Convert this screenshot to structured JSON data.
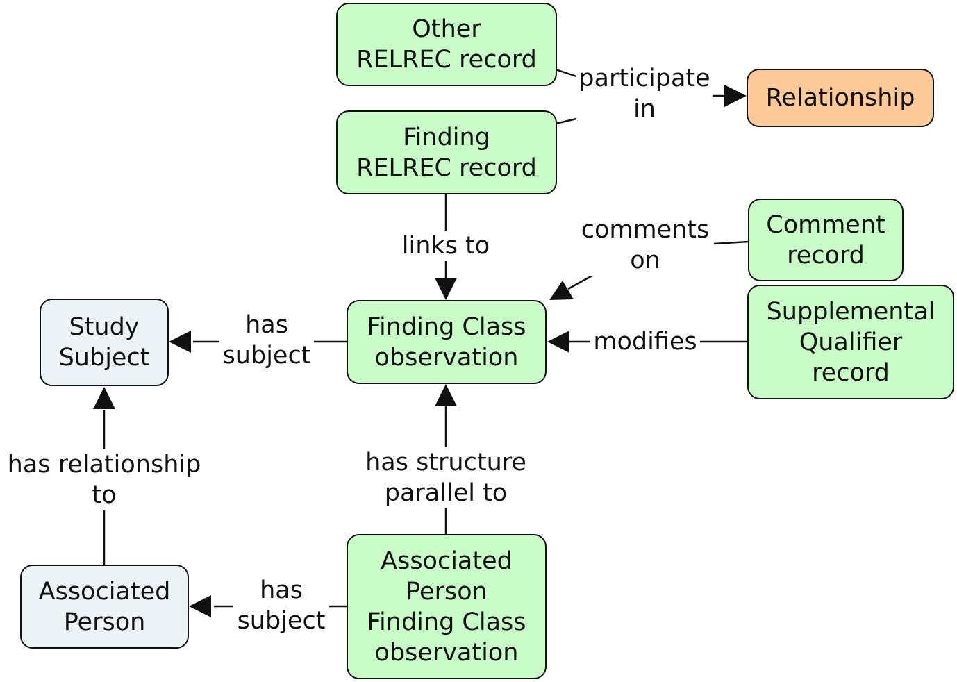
{
  "nodes": {
    "other_relrec": {
      "line1": "Other",
      "line2": "RELREC record"
    },
    "relationship": {
      "line1": "Relationship"
    },
    "finding_relrec": {
      "line1": "Finding",
      "line2": "RELREC record"
    },
    "comment_record": {
      "line1": "Comment",
      "line2": "record"
    },
    "study_subject": {
      "line1": "Study",
      "line2": "Subject"
    },
    "finding_class_obs": {
      "line1": "Finding Class",
      "line2": "observation"
    },
    "supp_qual": {
      "line1": "Supplemental",
      "line2": "Qualifier",
      "line3": "record"
    },
    "associated_person": {
      "line1": "Associated",
      "line2": "Person"
    },
    "ap_finding_class_obs": {
      "line1": "Associated",
      "line2": "Person",
      "line3": "Finding Class",
      "line4": "observation"
    }
  },
  "edge_labels": {
    "participate_in": {
      "line1": "participate",
      "line2": "in"
    },
    "links_to": {
      "line1": "links to"
    },
    "comments_on": {
      "line1": "comments",
      "line2": "on"
    },
    "has_subject_1": {
      "line1": "has",
      "line2": "subject"
    },
    "modifies": {
      "line1": "modifies"
    },
    "has_relationship_to": {
      "line1": "has relationship",
      "line2": "to"
    },
    "has_structure_parallel_to": {
      "line1": "has structure",
      "line2": "parallel to"
    },
    "has_subject_2": {
      "line1": "has",
      "line2": "subject"
    }
  },
  "colors": {
    "green_node": "#c8fdc8",
    "grey_node": "#ecf3f6",
    "orange_node": "#fcc997",
    "stroke": "#111111"
  }
}
